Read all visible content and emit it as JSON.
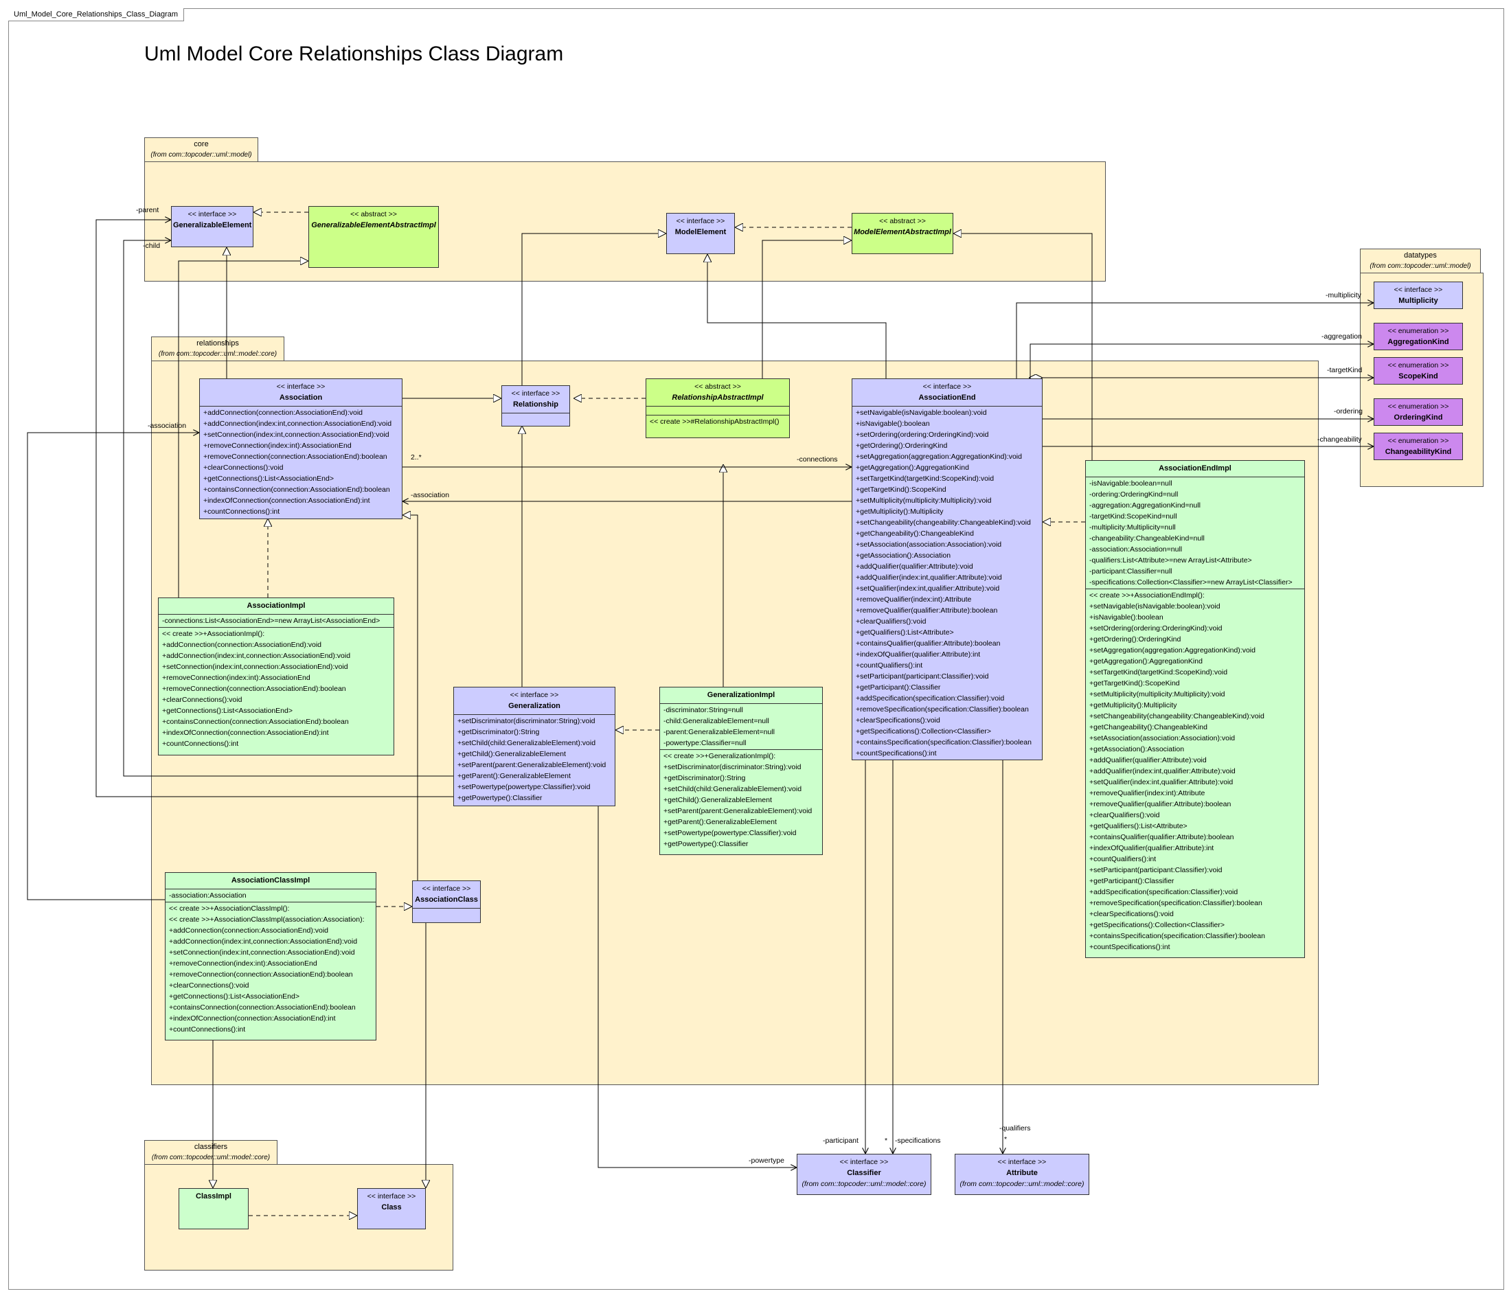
{
  "frame_tab": "Uml_Model_Core_Relationships_Class_Diagram",
  "title": "Uml Model Core Relationships Class Diagram",
  "packages": {
    "core": {
      "name": "core",
      "from": "(from com::topcoder::uml::model)"
    },
    "relationships": {
      "name": "relationships",
      "from": "(from com::topcoder::uml::model::core)"
    },
    "datatypes": {
      "name": "datatypes",
      "from": "(from com::topcoder::uml::model)"
    },
    "classifiers": {
      "name": "classifiers",
      "from": "(from com::topcoder::uml::model::core)"
    }
  },
  "stereo": {
    "interface": "<< interface >>",
    "abstract": "<< abstract >>",
    "enumeration": "<< enumeration >>"
  },
  "classes": {
    "generalizable_element": {
      "name": "GeneralizableElement"
    },
    "generalizable_element_abstract_impl": {
      "name": "GeneralizableElementAbstractImpl"
    },
    "model_element": {
      "name": "ModelElement"
    },
    "model_element_abstract_impl": {
      "name": "ModelElementAbstractImpl"
    },
    "multiplicity": {
      "name": "Multiplicity"
    },
    "aggregation_kind": {
      "name": "AggregationKind"
    },
    "scope_kind": {
      "name": "ScopeKind"
    },
    "ordering_kind": {
      "name": "OrderingKind"
    },
    "changeability_kind": {
      "name": "ChangeabilityKind"
    },
    "association": {
      "name": "Association",
      "methods": [
        "+addConnection(connection:AssociationEnd):void",
        "+addConnection(index:int,connection:AssociationEnd):void",
        "+setConnection(index:int,connection:AssociationEnd):void",
        "+removeConnection(index:int):AssociationEnd",
        "+removeConnection(connection:AssociationEnd):boolean",
        "+clearConnections():void",
        "+getConnections():List<AssociationEnd>",
        "+containsConnection(connection:AssociationEnd):boolean",
        "+indexOfConnection(connection:AssociationEnd):int",
        "+countConnections():int"
      ]
    },
    "relationship": {
      "name": "Relationship"
    },
    "relationship_abstract_impl": {
      "name": "RelationshipAbstractImpl",
      "methods": [
        "<< create >>#RelationshipAbstractImpl()"
      ]
    },
    "association_end": {
      "name": "AssociationEnd",
      "methods": [
        "+setNavigable(isNavigable:boolean):void",
        "+isNavigable():boolean",
        "+setOrdering(ordering:OrderingKind):void",
        "+getOrdering():OrderingKind",
        "+setAggregation(aggregation:AggregationKind):void",
        "+getAggregation():AggregationKind",
        "+setTargetKind(targetKind:ScopeKind):void",
        "+getTargetKind():ScopeKind",
        "+setMultiplicity(multiplicity:Multiplicity):void",
        "+getMultiplicity():Multiplicity",
        "+setChangeability(changeability:ChangeableKind):void",
        "+getChangeability():ChangeableKind",
        "+setAssociation(association:Association):void",
        "+getAssociation():Association",
        "+addQualifier(qualifier:Attribute):void",
        "+addQualifier(index:int,qualifier:Attribute):void",
        "+setQualifier(index:int,qualifier:Attribute):void",
        "+removeQualifier(index:int):Attribute",
        "+removeQualifier(qualifier:Attribute):boolean",
        "+clearQualifiers():void",
        "+getQualifiers():List<Attribute>",
        "+containsQualifier(qualifier:Attribute):boolean",
        "+indexOfQualifier(qualifier:Attribute):int",
        "+countQualifiers():int",
        "+setParticipant(participant:Classifier):void",
        "+getParticipant():Classifier",
        "+addSpecification(specification:Classifier):void",
        "+removeSpecification(specification:Classifier):boolean",
        "+clearSpecifications():void",
        "+getSpecifications():Collection<Classifier>",
        "+containsSpecification(specification:Classifier):boolean",
        "+countSpecifications():int"
      ]
    },
    "association_end_impl": {
      "name": "AssociationEndImpl",
      "attributes": [
        "-isNavigable:boolean=null",
        "-ordering:OrderingKind=null",
        "-aggregation:AggregationKind=null",
        "-targetKind:ScopeKind=null",
        "-multiplicity:Multiplicity=null",
        "-changeability:ChangeableKind=null",
        "-association:Association=null",
        "-qualifiers:List<Attribute>=new ArrayList<Attribute>",
        "-participant:Classifier=null",
        "-specifications:Collection<Classifier>=new ArrayList<Classifier>"
      ],
      "methods": [
        "<< create >>+AssociationEndImpl():",
        "+setNavigable(isNavigable:boolean):void",
        "+isNavigable():boolean",
        "+setOrdering(ordering:OrderingKind):void",
        "+getOrdering():OrderingKind",
        "+setAggregation(aggregation:AggregationKind):void",
        "+getAggregation():AggregationKind",
        "+setTargetKind(targetKind:ScopeKind):void",
        "+getTargetKind():ScopeKind",
        "+setMultiplicity(multiplicity:Multiplicity):void",
        "+getMultiplicity():Multiplicity",
        "+setChangeability(changeability:ChangeableKind):void",
        "+getChangeability():ChangeableKind",
        "+setAssociation(association:Association):void",
        "+getAssociation():Association",
        "+addQualifier(qualifier:Attribute):void",
        "+addQualifier(index:int,qualifier:Attribute):void",
        "+setQualifier(index:int,qualifier:Attribute):void",
        "+removeQualifier(index:int):Attribute",
        "+removeQualifier(qualifier:Attribute):boolean",
        "+clearQualifiers():void",
        "+getQualifiers():List<Attribute>",
        "+containsQualifier(qualifier:Attribute):boolean",
        "+indexOfQualifier(qualifier:Attribute):int",
        "+countQualifiers():int",
        "+setParticipant(participant:Classifier):void",
        "+getParticipant():Classifier",
        "+addSpecification(specification:Classifier):void",
        "+removeSpecification(specification:Classifier):boolean",
        "+clearSpecifications():void",
        "+getSpecifications():Collection<Classifier>",
        "+containsSpecification(specification:Classifier):boolean",
        "+countSpecifications():int"
      ]
    },
    "association_impl": {
      "name": "AssociationImpl",
      "attributes": [
        "-connections:List<AssociationEnd>=new ArrayList<AssociationEnd>"
      ],
      "methods": [
        "<< create >>+AssociationImpl():",
        "+addConnection(connection:AssociationEnd):void",
        "+addConnection(index:int,connection:AssociationEnd):void",
        "+setConnection(index:int,connection:AssociationEnd):void",
        "+removeConnection(index:int):AssociationEnd",
        "+removeConnection(connection:AssociationEnd):boolean",
        "+clearConnections():void",
        "+getConnections():List<AssociationEnd>",
        "+containsConnection(connection:AssociationEnd):boolean",
        "+indexOfConnection(connection:AssociationEnd):int",
        "+countConnections():int"
      ]
    },
    "generalization": {
      "name": "Generalization",
      "methods": [
        "+setDiscriminator(discriminator:String):void",
        "+getDiscriminator():String",
        "+setChild(child:GeneralizableElement):void",
        "+getChild():GeneralizableElement",
        "+setParent(parent:GeneralizableElement):void",
        "+getParent():GeneralizableElement",
        "+setPowertype(powertype:Classifier):void",
        "+getPowertype():Classifier"
      ]
    },
    "generalization_impl": {
      "name": "GeneralizationImpl",
      "attributes": [
        "-discriminator:String=null",
        "-child:GeneralizableElement=null",
        "-parent:GeneralizableElement=null",
        "-powertype:Classifier=null"
      ],
      "methods": [
        "<< create >>+GeneralizationImpl():",
        "+setDiscriminator(discriminator:String):void",
        "+getDiscriminator():String",
        "+setChild(child:GeneralizableElement):void",
        "+getChild():GeneralizableElement",
        "+setParent(parent:GeneralizableElement):void",
        "+getParent():GeneralizableElement",
        "+setPowertype(powertype:Classifier):void",
        "+getPowertype():Classifier"
      ]
    },
    "association_class_impl": {
      "name": "AssociationClassImpl",
      "attributes": [
        "-association:Association"
      ],
      "methods": [
        "<< create >>+AssociationClassImpl():",
        "<< create >>+AssociationClassImpl(association:Association):",
        "+addConnection(connection:AssociationEnd):void",
        "+addConnection(index:int,connection:AssociationEnd):void",
        "+setConnection(index:int,connection:AssociationEnd):void",
        "+removeConnection(index:int):AssociationEnd",
        "+removeConnection(connection:AssociationEnd):boolean",
        "+clearConnections():void",
        "+getConnections():List<AssociationEnd>",
        "+containsConnection(connection:AssociationEnd):boolean",
        "+indexOfConnection(connection:AssociationEnd):int",
        "+countConnections():int"
      ]
    },
    "association_class": {
      "name": "AssociationClass"
    },
    "class_impl": {
      "name": "ClassImpl"
    },
    "class": {
      "name": "Class"
    },
    "classifier": {
      "name": "Classifier",
      "from": "(from com::topcoder::uml::model::core)"
    },
    "attribute": {
      "name": "Attribute",
      "from": "(from com::topcoder::uml::model::core)"
    }
  },
  "labels": {
    "parent": "-parent",
    "child": "-child",
    "association_left": "-association",
    "multiplicity_2n": "2..*",
    "connections": "-connections",
    "association_end": "-association",
    "multiplicity": "-multiplicity",
    "aggregation": "-aggregation",
    "target_kind": "-targetKind",
    "ordering": "-ordering",
    "changeability": "-changeability",
    "participant": "-participant",
    "star_spec": "*",
    "specifications": "-specifications",
    "qualifiers": "-qualifiers",
    "star_qual": "*",
    "powertype": "-powertype"
  },
  "colors": {
    "package": "#fff2cc",
    "interface": "#ccccff",
    "implementation": "#ccffcc",
    "abstract": "#ccff88",
    "enumeration": "#cc88ee"
  }
}
